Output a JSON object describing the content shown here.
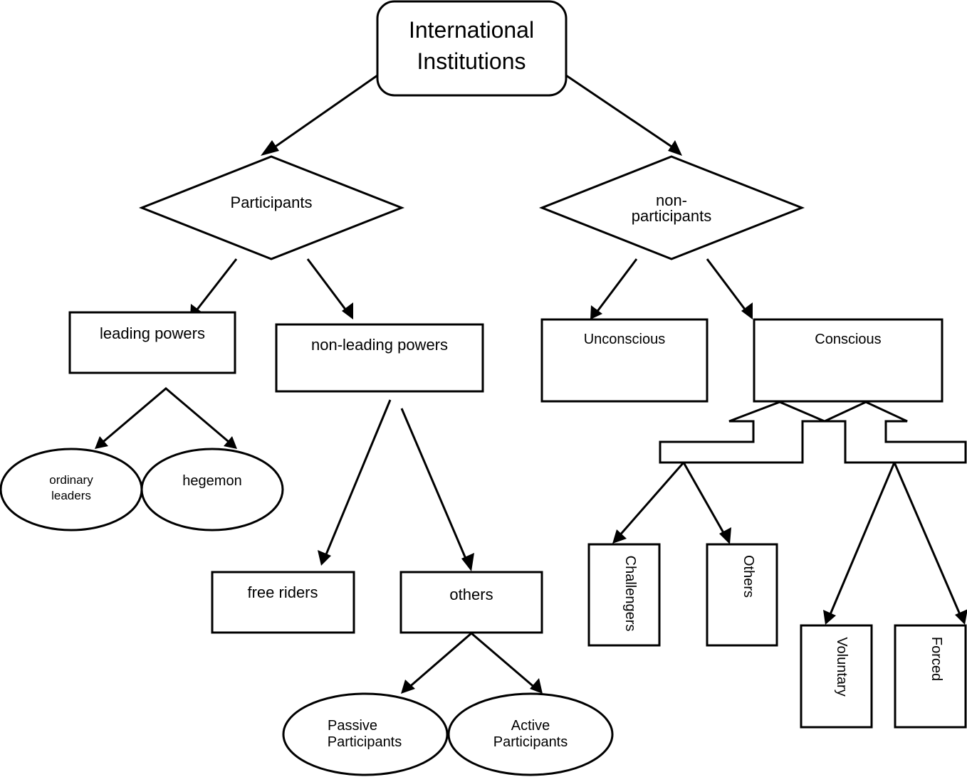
{
  "nodes": {
    "root": {
      "line1": "International",
      "line2": "Institutions"
    },
    "participants": {
      "label": "Participants"
    },
    "non_participants": {
      "line1": "non-",
      "line2": "participants"
    },
    "leading_powers": {
      "label": "leading powers"
    },
    "non_leading_powers": {
      "label": "non-leading powers"
    },
    "unconscious": {
      "label": "Unconscious"
    },
    "conscious": {
      "label": "Conscious"
    },
    "ordinary_leaders": {
      "line1": "ordinary",
      "line2": "leaders"
    },
    "hegemon": {
      "label": "hegemon"
    },
    "free_riders": {
      "label": "free riders"
    },
    "others_participants": {
      "label": "others"
    },
    "passive_participants": {
      "line1": "Passive",
      "line2": "Participants"
    },
    "active_participants": {
      "line1": "Active",
      "line2": "Participants"
    },
    "challengers": {
      "label": "Challengers"
    },
    "others_conscious": {
      "label": "Others"
    },
    "voluntary": {
      "label": "Voluntary"
    },
    "forced": {
      "label": "Forced"
    }
  },
  "colors": {
    "stroke": "#000000",
    "fill": "#ffffff"
  }
}
